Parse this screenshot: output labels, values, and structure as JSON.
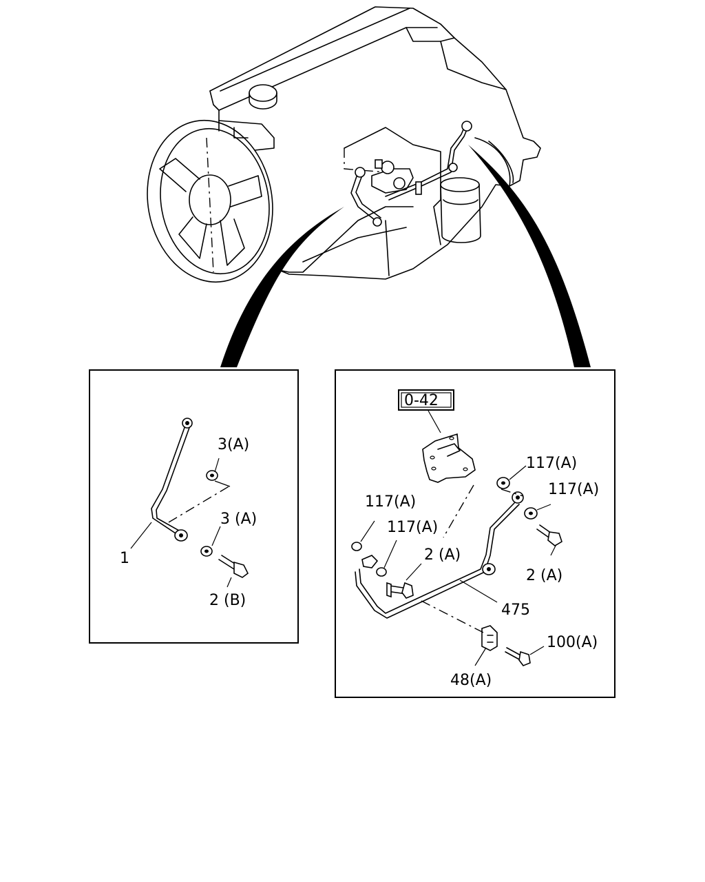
{
  "engine_overview": {
    "icons": [
      "engine-block-icon",
      "cooling-fan-icon",
      "oil-filter-icon",
      "oil-pipe-icon"
    ]
  },
  "left_detail": {
    "labels": {
      "pipe": "1",
      "washer_upper": "3(A)",
      "washer_lower": "3 (A)",
      "bolt": "2 (B)"
    }
  },
  "right_detail": {
    "reference_box": "0-42",
    "labels": {
      "washer_top_right": "117(A)",
      "washer_right": "117(A)",
      "washer_left": "117(A)",
      "washer_mid": "117(A)",
      "bolt_mid": "2 (A)",
      "bolt_right": "2 (A)",
      "pipe": "475",
      "bolt_bottom": "100(A)",
      "clip": "48(A)"
    }
  }
}
